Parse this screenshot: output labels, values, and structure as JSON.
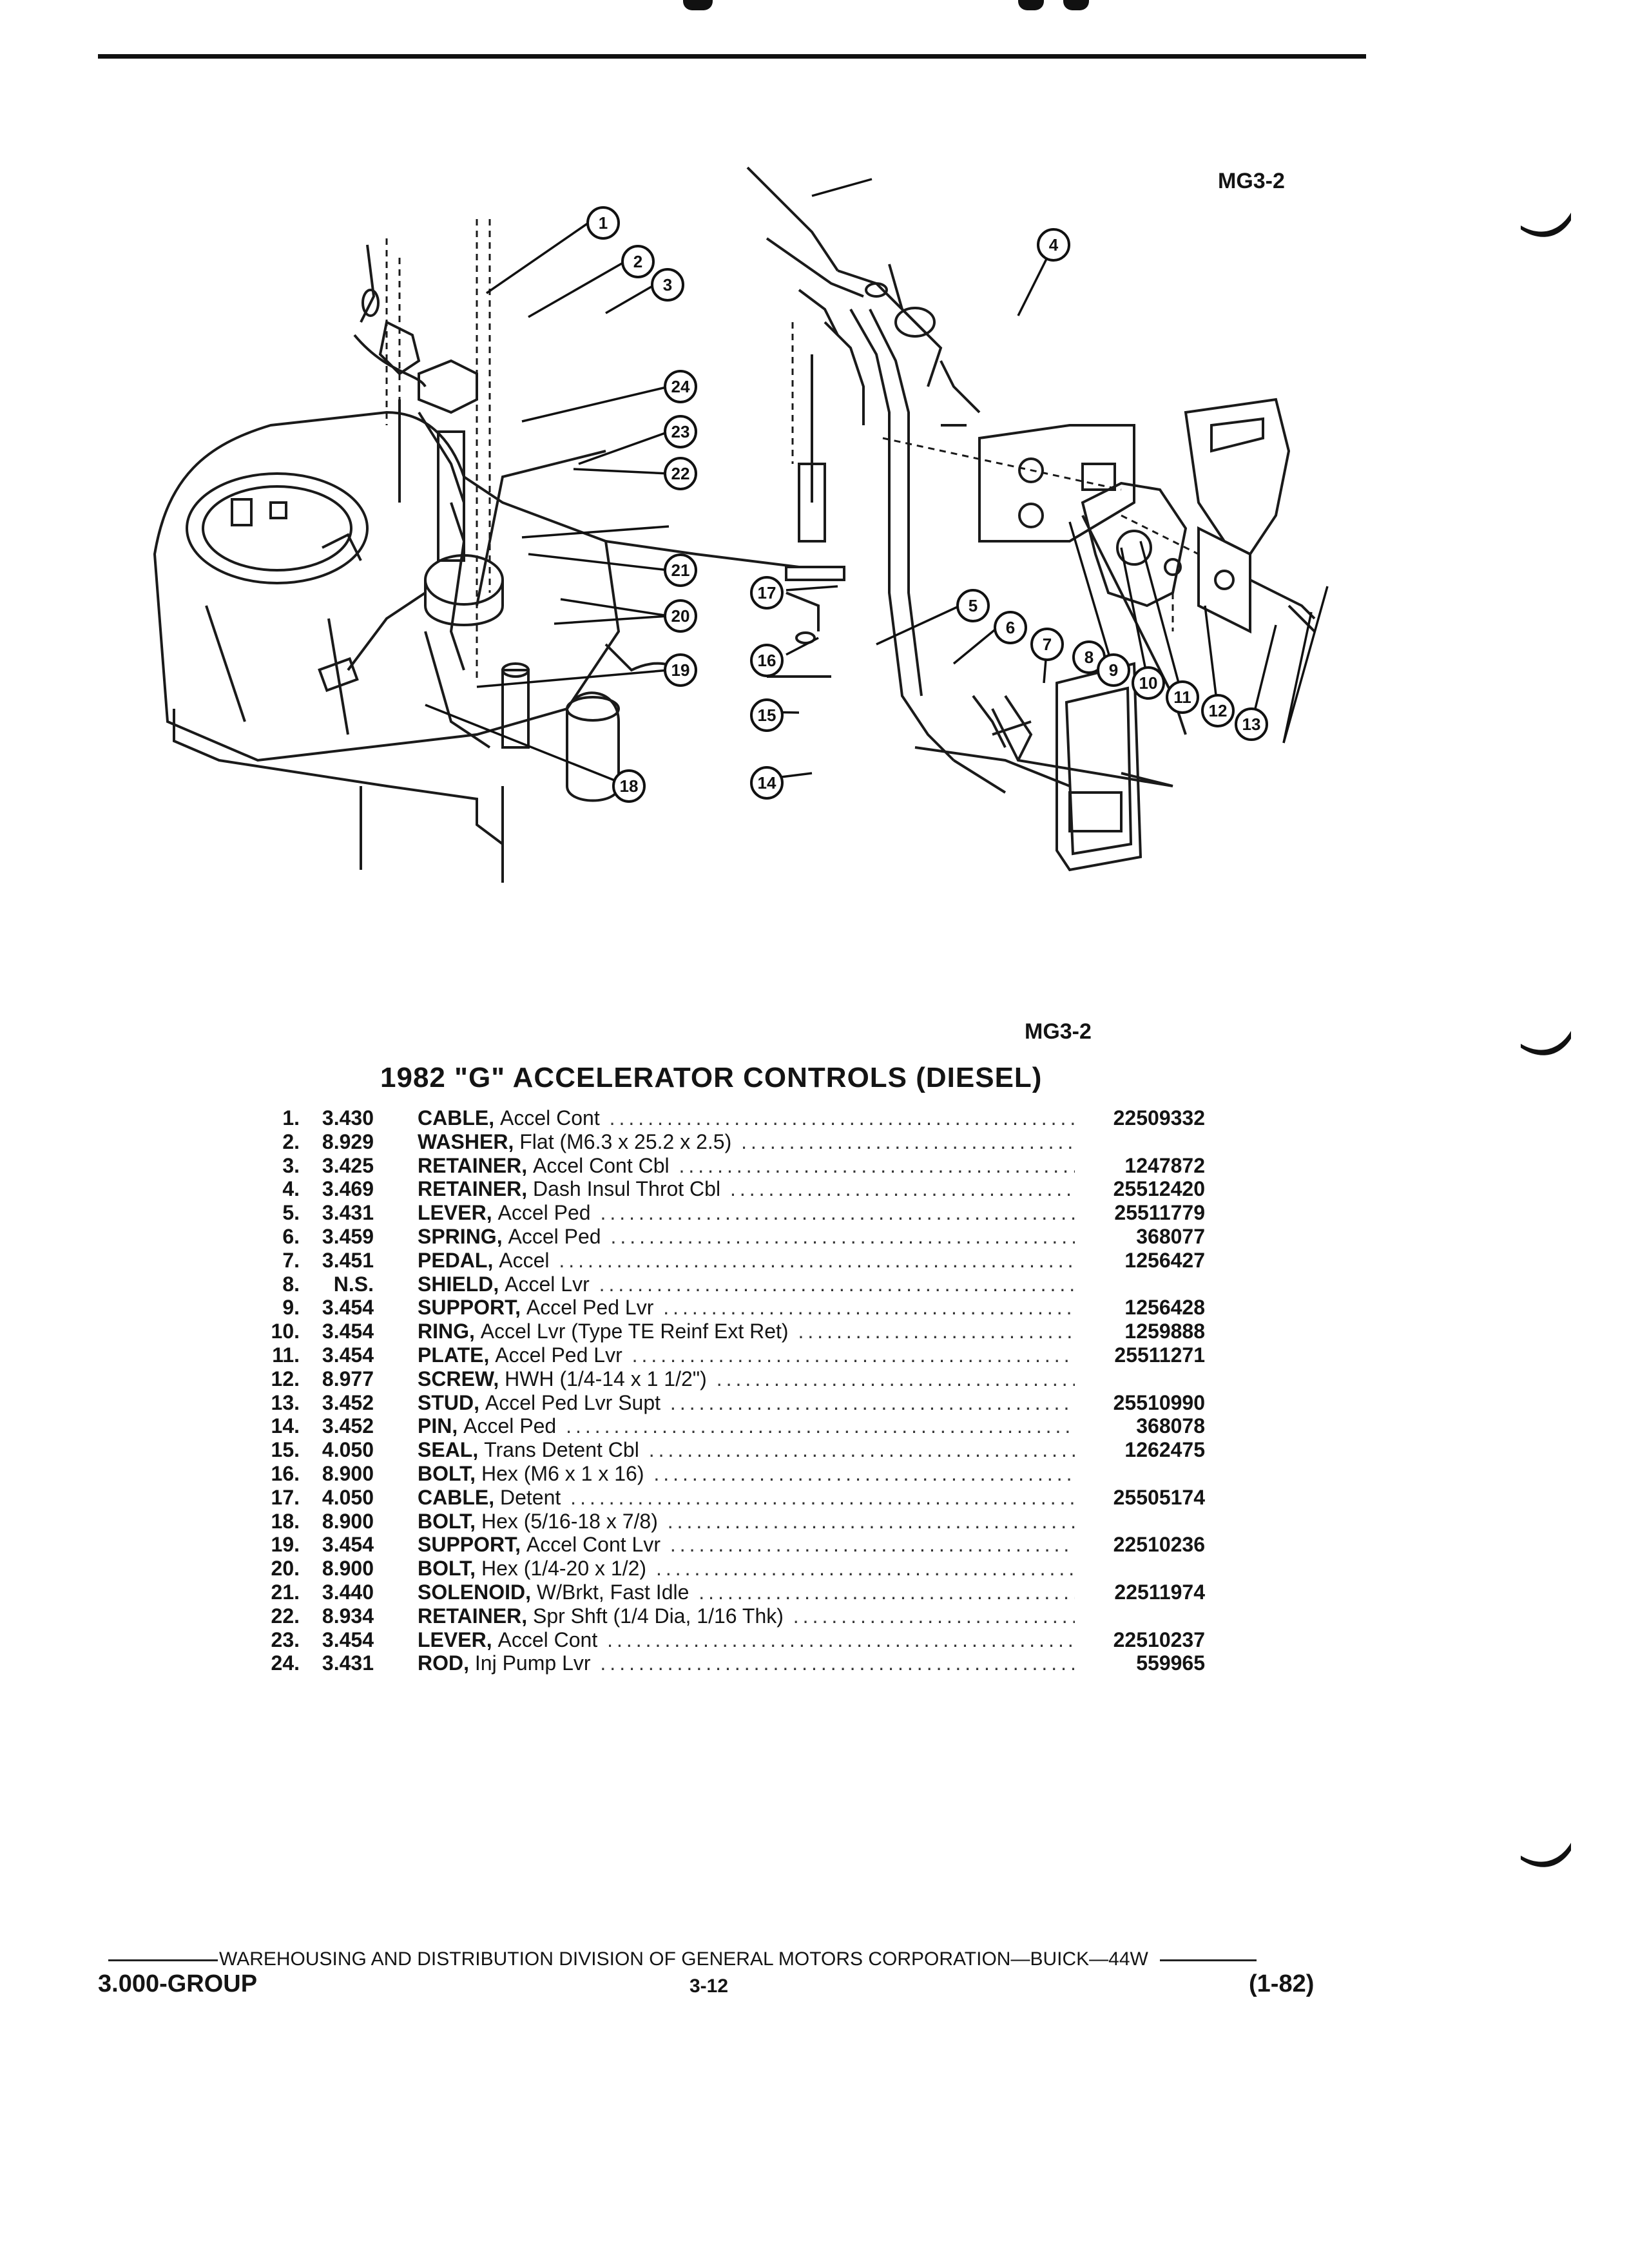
{
  "figure_ref_top": "MG3-2",
  "figure_ref_caption": "MG3-2",
  "title": "1982 \"G\" ACCELERATOR CONTROLS (DIESEL)",
  "callouts": [
    "1",
    "2",
    "3",
    "4",
    "5",
    "6",
    "7",
    "8",
    "9",
    "10",
    "11",
    "12",
    "13",
    "14",
    "15",
    "16",
    "17",
    "18",
    "19",
    "20",
    "21",
    "22",
    "23",
    "24"
  ],
  "parts": [
    {
      "num": "1.",
      "code": "3.430",
      "name": "CABLE,",
      "detail": "Accel Cont",
      "part_no": "22509332"
    },
    {
      "num": "2.",
      "code": "8.929",
      "name": "WASHER,",
      "detail": "Flat (M6.3 x 25.2 x 2.5)",
      "part_no": ""
    },
    {
      "num": "3.",
      "code": "3.425",
      "name": "RETAINER,",
      "detail": "Accel Cont Cbl",
      "part_no": "1247872"
    },
    {
      "num": "4.",
      "code": "3.469",
      "name": "RETAINER,",
      "detail": "Dash Insul Throt Cbl",
      "part_no": "25512420"
    },
    {
      "num": "5.",
      "code": "3.431",
      "name": "LEVER,",
      "detail": "Accel Ped",
      "part_no": "25511779"
    },
    {
      "num": "6.",
      "code": "3.459",
      "name": "SPRING,",
      "detail": "Accel Ped",
      "part_no": "368077"
    },
    {
      "num": "7.",
      "code": "3.451",
      "name": "PEDAL,",
      "detail": "Accel",
      "part_no": "1256427"
    },
    {
      "num": "8.",
      "code": "N.S.",
      "name": "SHIELD,",
      "detail": "Accel Lvr",
      "part_no": ""
    },
    {
      "num": "9.",
      "code": "3.454",
      "name": "SUPPORT,",
      "detail": "Accel Ped Lvr",
      "part_no": "1256428"
    },
    {
      "num": "10.",
      "code": "3.454",
      "name": "RING,",
      "detail": "Accel Lvr (Type TE Reinf Ext Ret)",
      "part_no": "1259888"
    },
    {
      "num": "11.",
      "code": "3.454",
      "name": "PLATE,",
      "detail": "Accel Ped Lvr",
      "part_no": "25511271"
    },
    {
      "num": "12.",
      "code": "8.977",
      "name": "SCREW,",
      "detail": "HWH (1/4-14 x 1 1/2\")",
      "part_no": ""
    },
    {
      "num": "13.",
      "code": "3.452",
      "name": "STUD,",
      "detail": "Accel Ped Lvr Supt",
      "part_no": "25510990"
    },
    {
      "num": "14.",
      "code": "3.452",
      "name": "PIN,",
      "detail": "Accel Ped",
      "part_no": "368078"
    },
    {
      "num": "15.",
      "code": "4.050",
      "name": "SEAL,",
      "detail": "Trans Detent Cbl",
      "part_no": "1262475"
    },
    {
      "num": "16.",
      "code": "8.900",
      "name": "BOLT,",
      "detail": "Hex (M6 x 1 x 16)",
      "part_no": ""
    },
    {
      "num": "17.",
      "code": "4.050",
      "name": "CABLE,",
      "detail": "Detent",
      "part_no": "25505174"
    },
    {
      "num": "18.",
      "code": "8.900",
      "name": "BOLT,",
      "detail": "Hex (5/16-18 x 7/8)",
      "part_no": ""
    },
    {
      "num": "19.",
      "code": "3.454",
      "name": "SUPPORT,",
      "detail": "Accel Cont Lvr",
      "part_no": "22510236"
    },
    {
      "num": "20.",
      "code": "8.900",
      "name": "BOLT,",
      "detail": "Hex (1/4-20 x 1/2)",
      "part_no": ""
    },
    {
      "num": "21.",
      "code": "3.440",
      "name": "SOLENOID,",
      "detail": "W/Brkt, Fast Idle",
      "part_no": "22511974"
    },
    {
      "num": "22.",
      "code": "8.934",
      "name": "RETAINER,",
      "detail": "Spr Shft (1/4 Dia, 1/16 Thk)",
      "part_no": ""
    },
    {
      "num": "23.",
      "code": "3.454",
      "name": "LEVER,",
      "detail": "Accel Cont",
      "part_no": "22510237"
    },
    {
      "num": "24.",
      "code": "3.431",
      "name": "ROD,",
      "detail": "Inj Pump Lvr",
      "part_no": "559965"
    }
  ],
  "footer": {
    "publisher": "WAREHOUSING AND DISTRIBUTION  DIVISION OF GENERAL MOTORS CORPORATION—BUICK—44W",
    "group": "3.000-GROUP",
    "page": "3-12",
    "date": "(1-82)"
  }
}
